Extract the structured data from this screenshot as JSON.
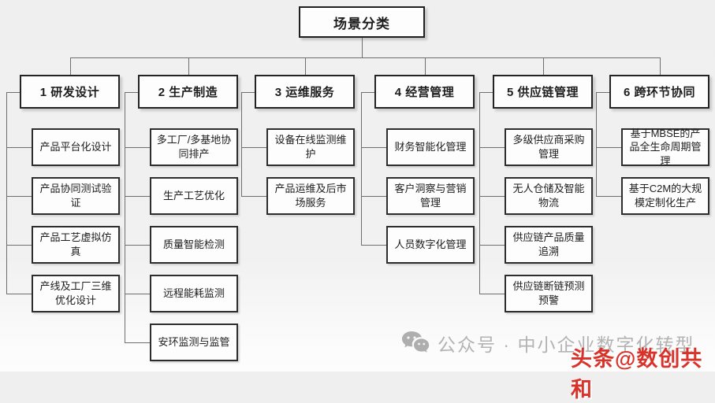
{
  "root": {
    "title": "场景分类"
  },
  "columns": [
    {
      "title": "1 研发设计",
      "children": [
        "产品平台化设计",
        "产品协同测试验证",
        "产品工艺虚拟仿真",
        "产线及工厂三维优化设计"
      ]
    },
    {
      "title": "2 生产制造",
      "children": [
        "多工厂/多基地协同排产",
        "生产工艺优化",
        "质量智能检测",
        "远程能耗监测",
        "安环监测与监管"
      ]
    },
    {
      "title": "3 运维服务",
      "children": [
        "设备在线监测维护",
        "产品运维及后市场服务"
      ]
    },
    {
      "title": "4 经营管理",
      "children": [
        "财务智能化管理",
        "客户洞察与营销管理",
        "人员数字化管理"
      ]
    },
    {
      "title": "5 供应链管理",
      "children": [
        "多级供应商采购管理",
        "无人仓储及智能物流",
        "供应链产品质量追溯",
        "供应链断链预测预警"
      ]
    },
    {
      "title": "6 跨环节协同",
      "children": [
        "基于MBSE的产品全生命周期管理",
        "基于C2M的大规模定制化生产"
      ]
    }
  ],
  "watermarks": {
    "wechat": {
      "icon": "wechat-icon",
      "text": "公众号 · 中小企业数字化转型",
      "color": "#b3b3b3"
    },
    "toutiao": {
      "text": "头条@数创共和",
      "color": "#d8322a"
    }
  },
  "colors": {
    "background": "#f1f1f1",
    "box_fill": "#fdfdfd",
    "box_border": "#232323",
    "connector": "#6e6e6e"
  }
}
